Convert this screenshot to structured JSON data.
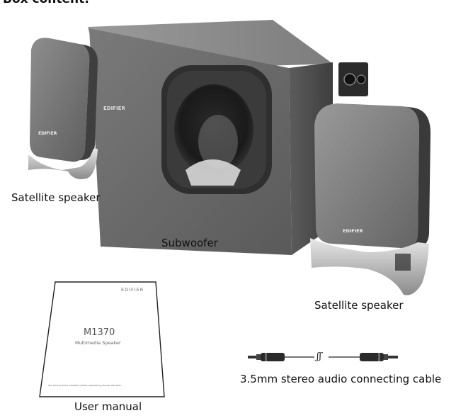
{
  "page": {
    "heading": "Box content:"
  },
  "labels": {
    "satellite_left": "Satellite speaker",
    "satellite_right": "Satellite speaker",
    "subwoofer": "Subwoofer",
    "user_manual": "User manual",
    "cable": "3.5mm stereo audio connecting cable"
  },
  "brand": {
    "logo_text": "EDIFIER"
  },
  "manual_cover": {
    "brand": "EDIFIER",
    "model": "M1370",
    "subtitle": "Multimedia Speaker",
    "footer": "User manual | Manuel d'utilisation | Bedienungsanleitung | Manuale dell'utente"
  },
  "cable": {
    "break_mark": "ʃʃ"
  },
  "colors": {
    "speaker_body": "#6b6b6b",
    "speaker_dark": "#4a4a4a",
    "speaker_light": "#8a8a8a",
    "stand": "#c8c8c8"
  }
}
